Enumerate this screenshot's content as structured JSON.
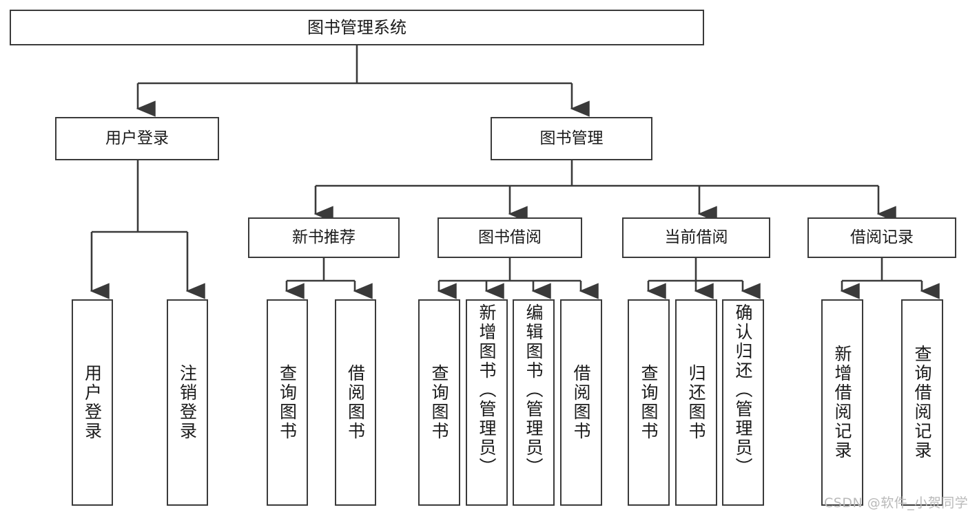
{
  "diagram": {
    "title_node": {
      "label": "图书管理系统"
    },
    "level2": [
      {
        "id": "user-login",
        "label": "用户登录"
      },
      {
        "id": "book-management",
        "label": "图书管理"
      }
    ],
    "level3": [
      {
        "id": "new-book-recommend",
        "label": "新书推荐"
      },
      {
        "id": "book-borrow",
        "label": "图书借阅"
      },
      {
        "id": "current-borrow",
        "label": "当前借阅"
      },
      {
        "id": "borrow-record",
        "label": "借阅记录"
      }
    ],
    "leaves": {
      "user_login": [
        {
          "id": "leaf-user-login",
          "label": "用户登录"
        },
        {
          "id": "leaf-logout-login",
          "label": "注销登录"
        }
      ],
      "new_book_recommend": [
        {
          "id": "leaf-query-book-1",
          "label": "查询图书"
        },
        {
          "id": "leaf-borrow-book-1",
          "label": "借阅图书"
        }
      ],
      "book_borrow": [
        {
          "id": "leaf-query-book-2",
          "label": "查询图书"
        },
        {
          "id": "leaf-add-book",
          "label": "新增图书（管理员）"
        },
        {
          "id": "leaf-edit-book",
          "label": "编辑图书（管理员）"
        },
        {
          "id": "leaf-borrow-book-2",
          "label": "借阅图书"
        }
      ],
      "current_borrow": [
        {
          "id": "leaf-query-book-3",
          "label": "查询图书"
        },
        {
          "id": "leaf-return-book",
          "label": "归还图书"
        },
        {
          "id": "leaf-confirm-return",
          "label": "确认归还（管理员）"
        }
      ],
      "borrow_record": [
        {
          "id": "leaf-add-record",
          "label": "新增借阅记录"
        },
        {
          "id": "leaf-query-record",
          "label": "查询借阅记录"
        }
      ]
    }
  },
  "watermark": {
    "text": "CSDN @软件_小贺同学"
  },
  "colors": {
    "stroke": "#3a3a3a",
    "text": "#1a1a1a",
    "background": "#ffffff",
    "watermark": "#b9b9b9"
  }
}
